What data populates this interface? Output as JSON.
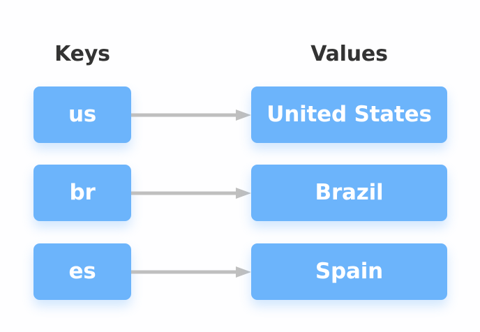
{
  "headers": {
    "keys": "Keys",
    "values": "Values"
  },
  "colors": {
    "node_fill": "#6cb4fb",
    "node_text": "#ffffff",
    "header_text": "#333333",
    "arrow": "#bfbfbf",
    "background": "#fefeff"
  },
  "mappings": [
    {
      "key": "us",
      "value": "United States",
      "arrow_icon": "arrow-right-icon"
    },
    {
      "key": "br",
      "value": "Brazil",
      "arrow_icon": "arrow-right-icon"
    },
    {
      "key": "es",
      "value": "Spain",
      "arrow_icon": "arrow-right-icon"
    }
  ]
}
